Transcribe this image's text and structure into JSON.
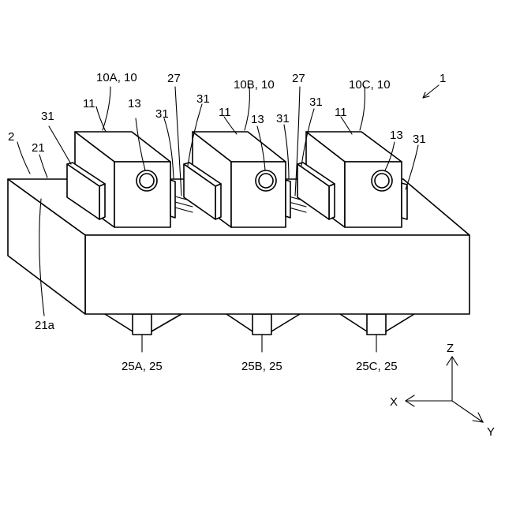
{
  "diagram": {
    "labels": {
      "assembly": "1",
      "base": "2",
      "base_top": "21",
      "base_front": "21a",
      "unit_a": "10A, 10",
      "unit_b": "10B, 10",
      "unit_c": "10C, 10",
      "housing": "11",
      "lens": "13",
      "side_part": "31",
      "connector": "27",
      "leg_a": "25A, 25",
      "leg_b": "25B, 25",
      "leg_c": "25C, 25"
    },
    "axes": {
      "z": "Z",
      "x": "X",
      "y": "Y"
    }
  }
}
